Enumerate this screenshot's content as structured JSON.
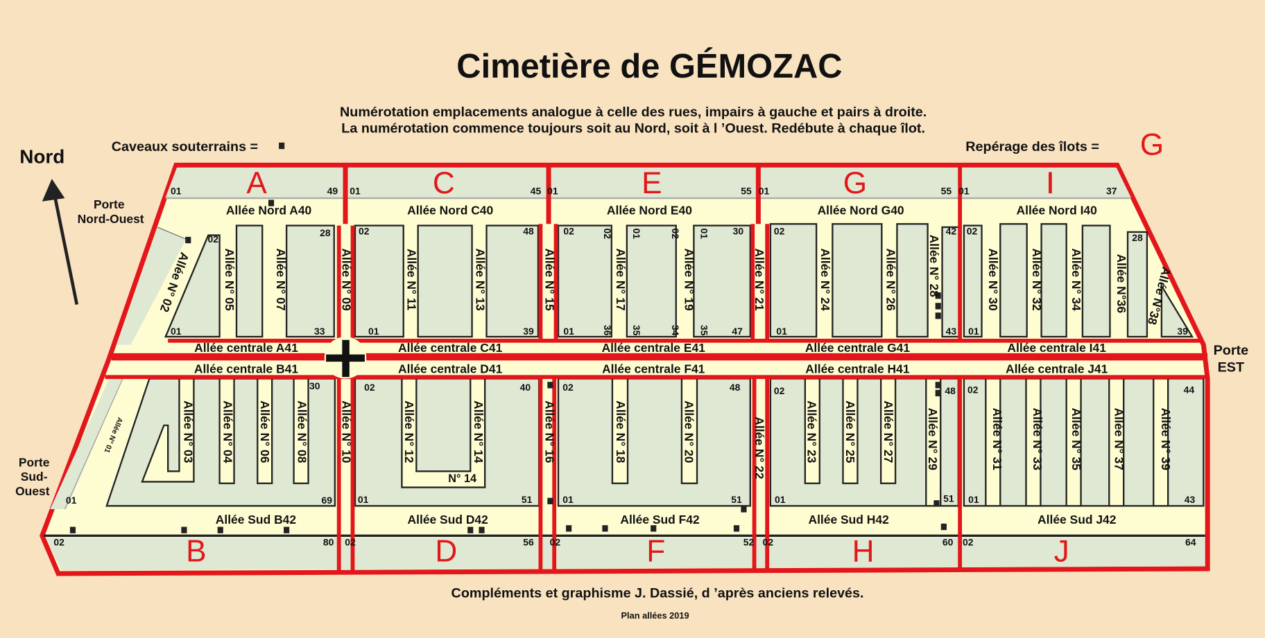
{
  "title": "Cimetière de GÉMOZAC",
  "subtitle": [
    "Numérotation emplacements analogue à celle des rues, impairs à gauche et pairs à droite.",
    "La numérotation commence toujours soit au Nord, soit à l ’Ouest. Redébute à chaque îlot."
  ],
  "legend": {
    "vaults_label": "Caveaux souterrains =",
    "islots_label": "Repérage des îlots =",
    "islot_sample": "G"
  },
  "compass": "Nord",
  "gates": {
    "north_west": [
      "Porte",
      "Nord-Ouest"
    ],
    "south_west": [
      "Porte",
      "Sud-",
      "Ouest"
    ],
    "east": [
      "Porte",
      "EST"
    ]
  },
  "islots": {
    "A": "A",
    "B": "B",
    "C": "C",
    "D": "D",
    "E": "E",
    "F": "F",
    "G": "G",
    "H": "H",
    "I": "I",
    "J": "J"
  },
  "alleys": {
    "north": [
      "Allée Nord A40",
      "Allée Nord C40",
      "Allée Nord E40",
      "Allée Nord G40",
      "Allée Nord I40"
    ],
    "central_north": [
      "Allée centrale A41",
      "Allée centrale  C41",
      "Allée centrale E41",
      "Allée centrale G41",
      "Allée centrale I41"
    ],
    "central_south": [
      "Allée centrale B41",
      "Allée centrale D41",
      "Allée centrale F41",
      "Allée centrale H41",
      "Allée centrale J41"
    ],
    "south": [
      "Allée Sud B42",
      "Allée Sud D42",
      "Allée Sud F42",
      "Allée Sud H42",
      "Allée Sud J42"
    ],
    "numbered_north": [
      "Allée N° 02",
      "Allée N° 05",
      "Allée N° 07",
      "Allée N° 09",
      "Allée N° 11",
      "Allée N° 13",
      "Allée N° 15",
      "Allée N° 17",
      "Allée N° 19",
      "Allée N° 21",
      "Allée N° 24",
      "Allée N° 26",
      "Allée N° 28",
      "Allée N° 30",
      "Allée N° 32",
      "Allée N° 34",
      "Allée N°36",
      "Allée N°38"
    ],
    "numbered_south": [
      "Allée N° 01",
      "Allée N° 03",
      "Allée N° 04",
      "Allée N° 06",
      "Allée N° 08",
      "Allée N° 10",
      "Allée N° 12",
      "Allée N° 14",
      "Allée N° 16",
      "Allée N° 18",
      "Allée N° 20",
      "Allée N° 22",
      "Allée N° 23",
      "Allée N° 25",
      "Allée N° 27",
      "Allée N° 29",
      "Allée N° 31",
      "Allée N° 33",
      "Allée N° 35",
      "Allée N° 37",
      "Allée N° 39"
    ],
    "d14_bottom": "N° 14"
  },
  "plot_numbers": {
    "top_band": [
      "01",
      "49",
      "01",
      "45",
      "01",
      "55",
      "01",
      "55",
      "01",
      "37"
    ],
    "bottom_band": [
      "02",
      "80",
      "02",
      "56",
      "02",
      "52",
      "02",
      "60",
      "02",
      "64"
    ],
    "A": [
      "02",
      "01",
      "28",
      "33"
    ],
    "C": [
      "02",
      "01",
      "48",
      "39"
    ],
    "E": [
      "02",
      "01",
      "02",
      "36",
      "01",
      "35",
      "02",
      "34",
      "01",
      "35",
      "30",
      "47"
    ],
    "G": [
      "02",
      "01",
      "42",
      "43"
    ],
    "I": [
      "02",
      "01",
      "28",
      "39"
    ],
    "B": [
      "30",
      "69",
      "01"
    ],
    "D": [
      "02",
      "40",
      "01",
      "51"
    ],
    "F": [
      "02",
      "48",
      "01",
      "51"
    ],
    "H": [
      "02",
      "48",
      "01",
      "51"
    ],
    "J": [
      "02",
      "44",
      "01",
      "43"
    ]
  },
  "credits": "Compléments et graphisme J. Dassié, d ’après anciens relevés.",
  "plan_label": "Plan allées 2019",
  "colors": {
    "background": "#f8e2c0",
    "blocks": "#dfe8d3",
    "alleys": "#fefdd2",
    "islot_border": "#e3171b"
  }
}
